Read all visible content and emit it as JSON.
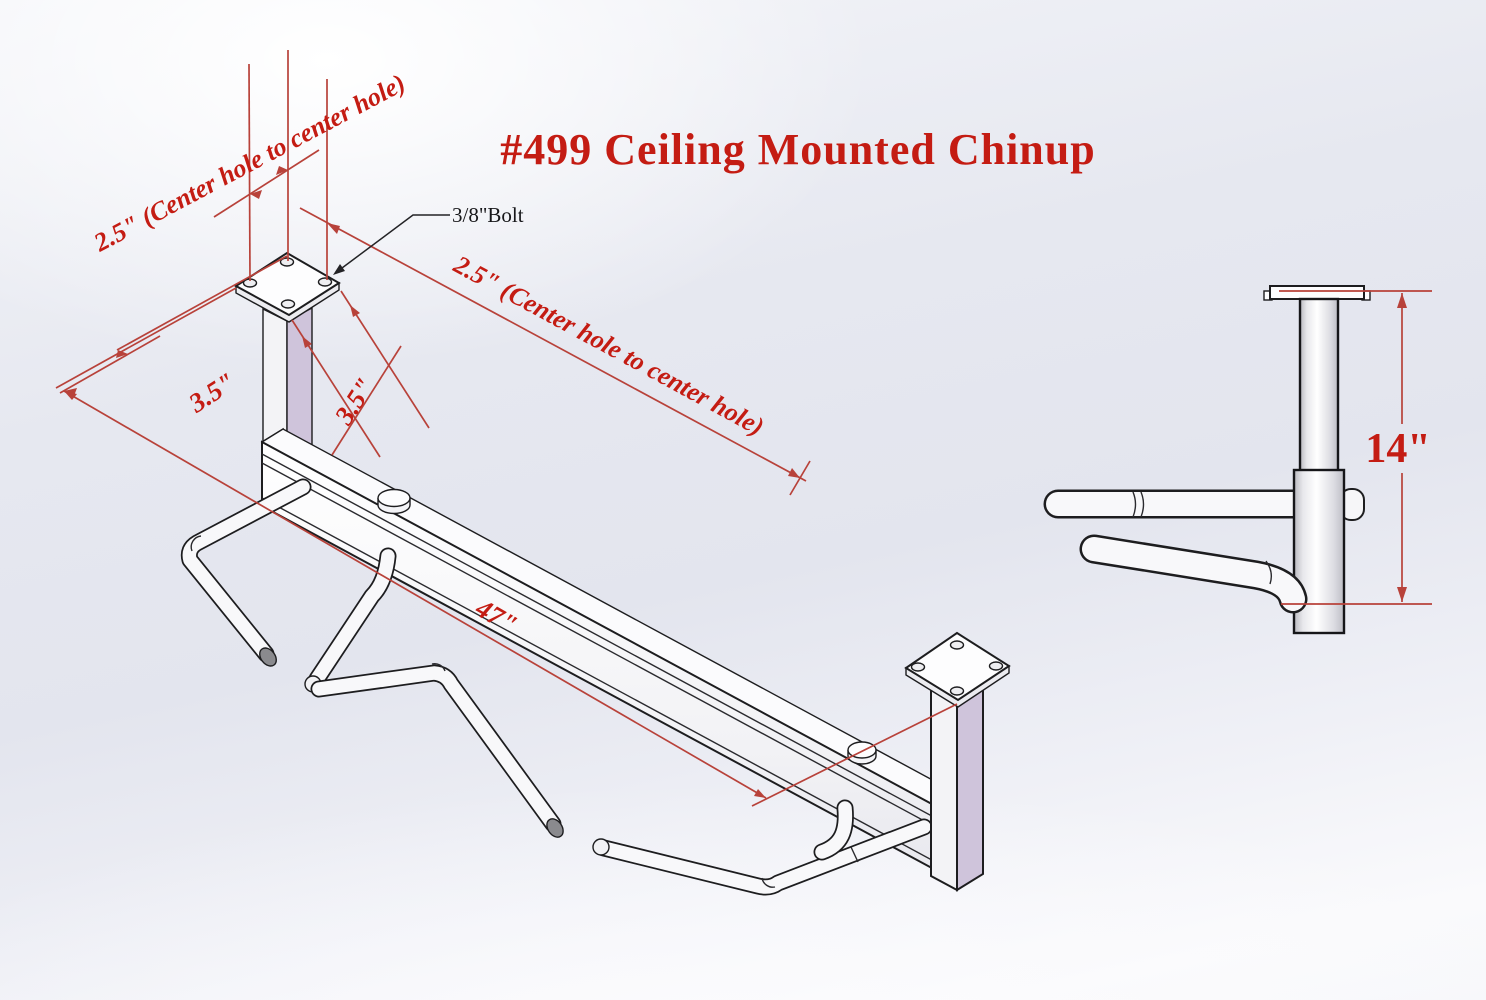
{
  "title": "#499 Ceiling Mounted Chinup",
  "labels": {
    "bolt": "3/8\"Bolt",
    "hole_spacing_top": "2.5\" (Center hole to center hole)",
    "hole_spacing_side": "2.5\" (Center hole to center hole)",
    "plate_size_left": "3.5\"",
    "plate_size_right": "3.5\"",
    "bar_length": "47\"",
    "drop_height": "14\""
  },
  "colors": {
    "red_text": "#c41c13",
    "red_line": "#b8423a",
    "ink": "#1d1d1f",
    "lavender": "#cfc4db",
    "tube_fill": "#f8f8fa"
  }
}
